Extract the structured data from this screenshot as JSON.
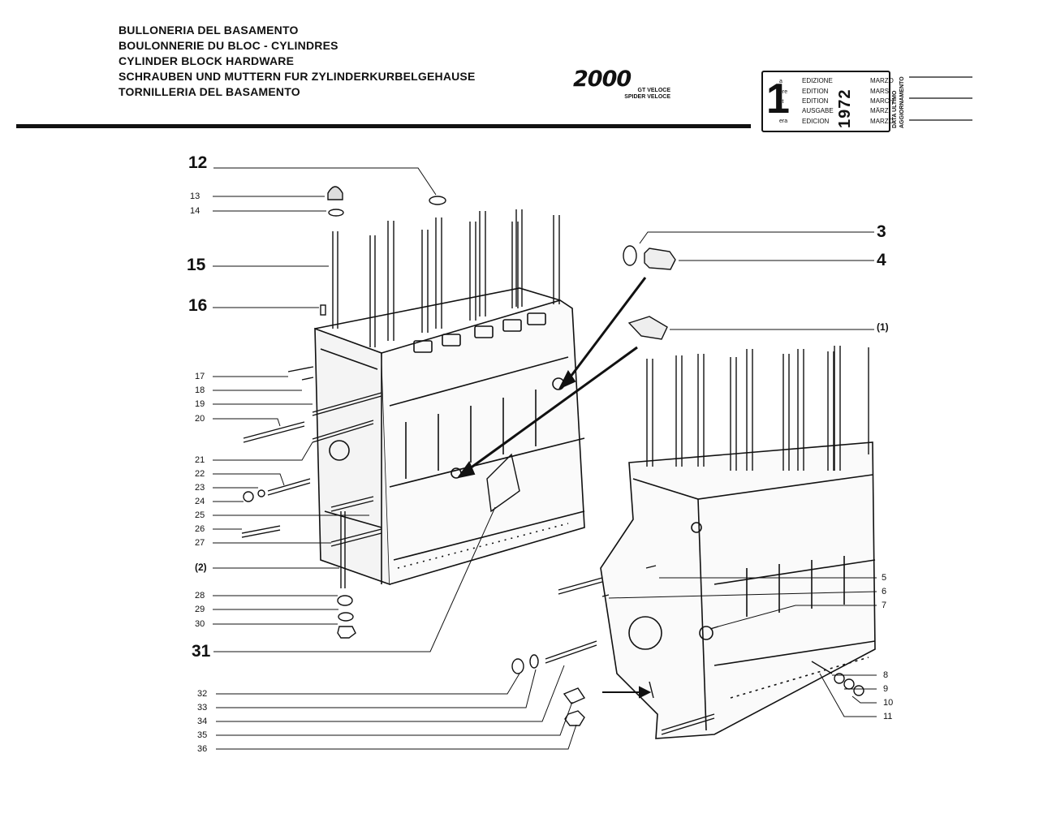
{
  "header": {
    "titles": [
      "BULLONERIA DEL BASAMENTO",
      "BOULONNERIE DU BLOC - CYLINDRES",
      "CYLINDER BLOCK HARDWARE",
      "SCHRAUBEN UND MUTTERN FUR ZYLINDERKURBELGEHAUSE",
      "TORNILLERIA DEL BASAMENTO"
    ],
    "logo_main": "2000",
    "logo_sub1": "GT VELOCE",
    "logo_sub2": "SPIDER VELOCE"
  },
  "edition": {
    "number": "1",
    "suffixes": [
      "a",
      "ere",
      "st",
      ".",
      "era"
    ],
    "labels": [
      "EDIZIONE",
      "EDITION",
      "EDITION",
      "AUSGABE",
      "EDICION"
    ],
    "months": [
      "MARZO",
      "MARS",
      "MARCH",
      "MÄRZ",
      "MARZO"
    ],
    "year": "1972",
    "update_label_1": "DATA ULTIMO",
    "update_label_2": "AGGIORNAMENTO"
  },
  "callouts": {
    "c12": "12",
    "c13": "13",
    "c14": "14",
    "c15": "15",
    "c16": "16",
    "c17": "17",
    "c18": "18",
    "c19": "19",
    "c20": "20",
    "c21": "21",
    "c22": "22",
    "c23": "23",
    "c24": "24",
    "c25": "25",
    "c26": "26",
    "c27": "27",
    "c2": "(2)",
    "c28": "28",
    "c29": "29",
    "c30": "30",
    "c31": "31",
    "c32": "32",
    "c33": "33",
    "c34": "34",
    "c35": "35",
    "c36": "36",
    "c3": "3",
    "c4": "4",
    "c1": "(1)",
    "c5": "5",
    "c6": "6",
    "c7": "7",
    "c8": "8",
    "c9": "9",
    "c10": "10",
    "c11": "11"
  }
}
